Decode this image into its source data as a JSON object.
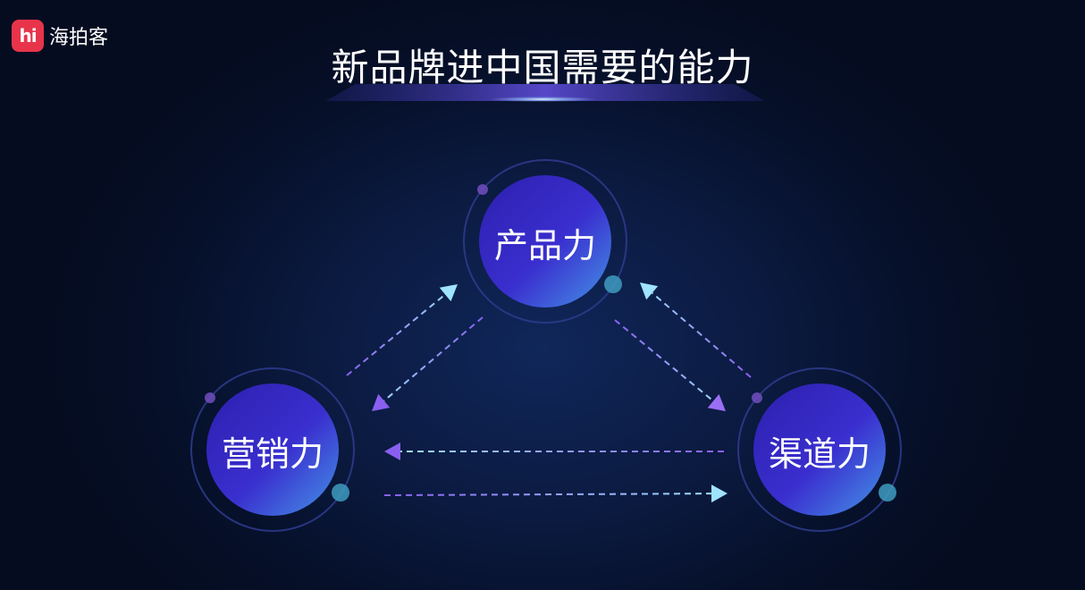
{
  "brand": {
    "logo_mark": "hi",
    "name": "海拍客"
  },
  "title": "新品牌进中国需要的能力",
  "nodes": [
    {
      "id": "product",
      "label": "产品力"
    },
    {
      "id": "marketing",
      "label": "营销力"
    },
    {
      "id": "channel",
      "label": "渠道力"
    }
  ],
  "edges": [
    {
      "from": "marketing",
      "to": "product"
    },
    {
      "from": "product",
      "to": "marketing"
    },
    {
      "from": "product",
      "to": "channel"
    },
    {
      "from": "channel",
      "to": "product"
    },
    {
      "from": "channel",
      "to": "marketing"
    },
    {
      "from": "marketing",
      "to": "channel"
    }
  ],
  "colors": {
    "background": "#06102a",
    "node_fill_start": "#3326b8",
    "node_fill_end": "#3f8ee6",
    "arrow_purple": "#8a5ff0",
    "arrow_cyan": "#9fe3ff",
    "brand_red": "#e7344a"
  }
}
